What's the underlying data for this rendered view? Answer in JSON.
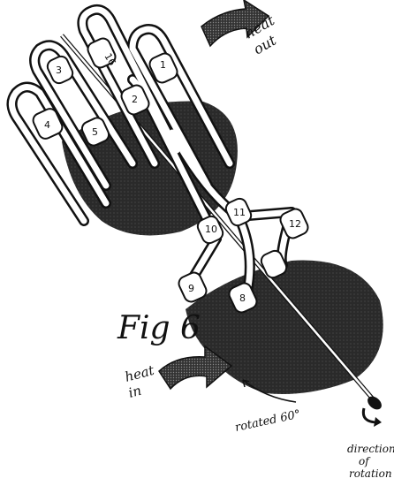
{
  "labels": {
    "fig": "Fig 6",
    "heat_out_1": "heat",
    "heat_out_2": "out",
    "heat_in_1": "heat",
    "heat_in_2": "in",
    "rotated": "rotated 60°",
    "dir_1": "direction",
    "dir_2": "of",
    "dir_3": "rotation"
  },
  "tube_numbers": [
    "1",
    "2",
    "3",
    "4",
    "5",
    "8",
    "9",
    "10",
    "11",
    "12",
    "16"
  ]
}
